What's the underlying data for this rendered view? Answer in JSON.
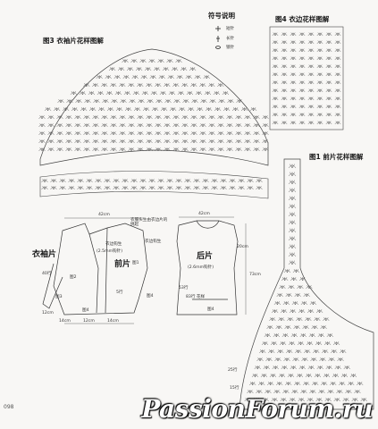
{
  "page_number": "098",
  "watermark": "PassionForum.ru",
  "legend": {
    "title": "符号说明",
    "items": [
      "短针",
      "长针",
      "锁针"
    ]
  },
  "fig1_title": "图1 前片花样图解",
  "fig3_title": "图3 衣袖片花样图解",
  "fig4_title": "图4 衣边花样图解",
  "schematic": {
    "garment_title": "衣袖片",
    "sleeve_rows": "40行",
    "front_label": "前片",
    "back_label": "后片",
    "width_top_front": "42cm",
    "width_top_back": "42cm",
    "neck_note_front": "衣边钩生",
    "needle_note_front": "(2.5mm钩针)",
    "needle_note_back": "(2.6mm钩针)",
    "side_note_top": "衣服头生由衣边片的挑起",
    "side_note": "衣边钩生",
    "fig_ref_1": "图1",
    "fig_ref_2": "图2",
    "fig_ref_3": "图3",
    "fig_ref_4": "图4",
    "rows_53": "53行",
    "rows_5": "5行",
    "rows_20": "20cm",
    "rows_73": "73cm",
    "cm_12": "12cm",
    "cm_14a": "14cm",
    "cm_12b": "12cm",
    "cm_14b": "14cm",
    "rows_83": "83行 花样",
    "rows_25": "25行",
    "rows_15": "15行"
  }
}
